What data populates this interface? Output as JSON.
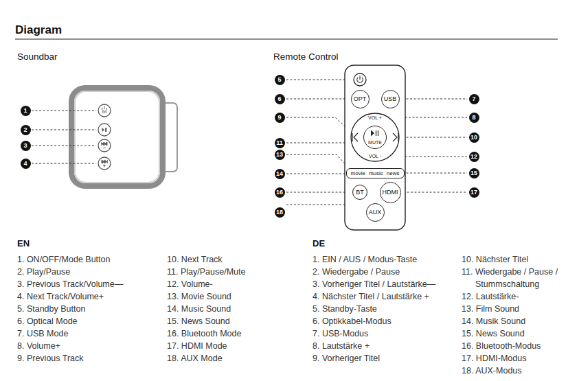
{
  "diagram": {
    "title": "Diagram",
    "nodes": [
      {
        "text": [
          "OPT"
        ]
      },
      {
        "text": [
          "USB"
        ]
      },
      {
        "text": [
          "MUTE"
        ]
      },
      {
        "text": [
          "movie",
          "music",
          "news"
        ]
      },
      {
        "text": [
          "BT"
        ]
      },
      {
        "text": [
          "HDMI"
        ]
      },
      {
        "text": [
          "AUX"
        ]
      }
    ],
    "labels": [
      "Soundbar",
      "Remote Control",
      "1",
      "2",
      "3",
      "4",
      "5",
      "6",
      "7",
      "8",
      "9",
      "10",
      "11",
      "12",
      "13",
      "14",
      "15",
      "16",
      "17",
      "18",
      "VOL +",
      "VOL -",
      "EN",
      "1. ON/OFF/Mode Button",
      "2. Play/Pause",
      "3. Previous Track/Volume—",
      "4. Next Track/Volume+",
      "5. Standby Button",
      "6. Optical Mode",
      "7. USB Mode",
      "8. Volume+",
      "9. Previous Track",
      "10. Next Track",
      "11. Play/Pause/Mute",
      "12. Volume-",
      "13. Movie Sound",
      "14. Music Sound",
      "15. News Sound",
      "16. Bluetooth Mode",
      "17. HDMI Mode",
      "18. AUX Mode",
      "DE",
      "1. EIN / AUS / Modus-Taste",
      "2. Wiedergabe / Pause",
      "3. Vorheriger Titel / Lautstärke—",
      "4. Nächster Titel / Lautstärke +",
      "5. Standby-Taste",
      "6. Optikkabel-Modus",
      "7. USB-Modus",
      "8. Lautstärke +",
      "9. Vorheriger Titel",
      "10. Nächster Titel",
      "11. Wiedergabe / Pause / Stummschaltung",
      "12. Lautstärke-",
      "13. Film Sound",
      "14. Musik Sound",
      "15. News Sound",
      "16. Bluetooth-Modus",
      "17. HDMI-Modus",
      "18. AUX-Modus"
    ]
  }
}
